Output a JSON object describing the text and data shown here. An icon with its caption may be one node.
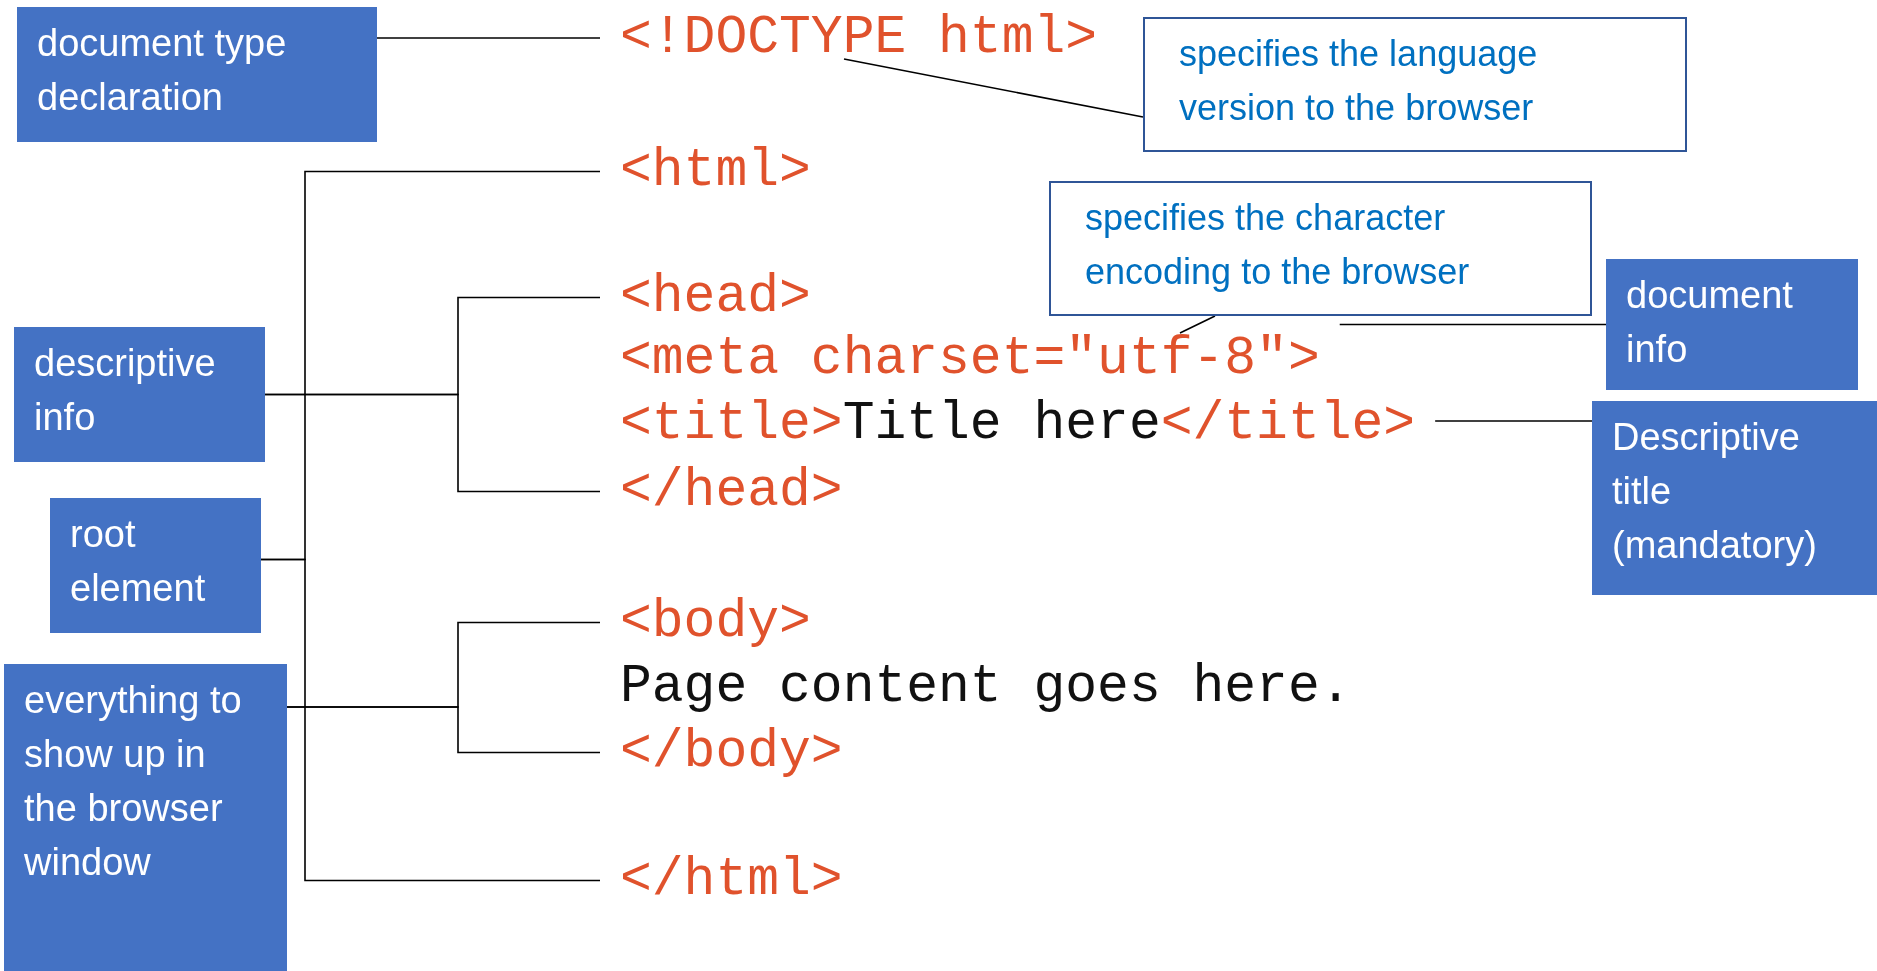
{
  "diagram": {
    "nodes": [
      {
        "text": [
          "document type declaration"
        ]
      },
      {
        "text": [
          "<!DOCTYPE html>"
        ]
      },
      {
        "text": [
          "specifies the language version to the browser"
        ]
      },
      {
        "text": [
          "<html>"
        ]
      },
      {
        "text": [
          "<head>"
        ]
      },
      {
        "text": [
          "<meta charset=\"utf-8\">"
        ]
      },
      {
        "text": [
          "<title>",
          "Title here",
          "</title>"
        ]
      },
      {
        "text": [
          "</head>"
        ]
      },
      {
        "text": [
          "<body>"
        ]
      },
      {
        "text": [
          "Page content goes here."
        ]
      },
      {
        "text": [
          "</body>"
        ]
      },
      {
        "text": [
          "</html>"
        ]
      },
      {
        "text": [
          "specifies the character encoding to the browser"
        ]
      },
      {
        "text": [
          "document info"
        ]
      },
      {
        "text": [
          "Descriptive title (mandatory)"
        ]
      },
      {
        "text": [
          "descriptive info"
        ]
      },
      {
        "text": [
          "root element"
        ]
      },
      {
        "text": [
          "everything to show up in the browser window"
        ]
      }
    ],
    "edges": [
      {
        "from": 0,
        "to": 1,
        "arrow": "none"
      },
      {
        "from": 2,
        "to": 1,
        "arrow": "none"
      },
      {
        "from": 12,
        "to": 5,
        "arrow": "none"
      },
      {
        "from": 5,
        "to": 13,
        "arrow": "none"
      },
      {
        "from": 6,
        "to": 14,
        "arrow": "none"
      },
      {
        "from": 16,
        "to": 3,
        "arrow": "none"
      },
      {
        "from": 16,
        "to": 11,
        "arrow": "none"
      },
      {
        "from": 15,
        "to": 4,
        "arrow": "none"
      },
      {
        "from": 15,
        "to": 7,
        "arrow": "none"
      },
      {
        "from": 17,
        "to": 8,
        "arrow": "none"
      },
      {
        "from": 17,
        "to": 10,
        "arrow": "none"
      }
    ]
  }
}
